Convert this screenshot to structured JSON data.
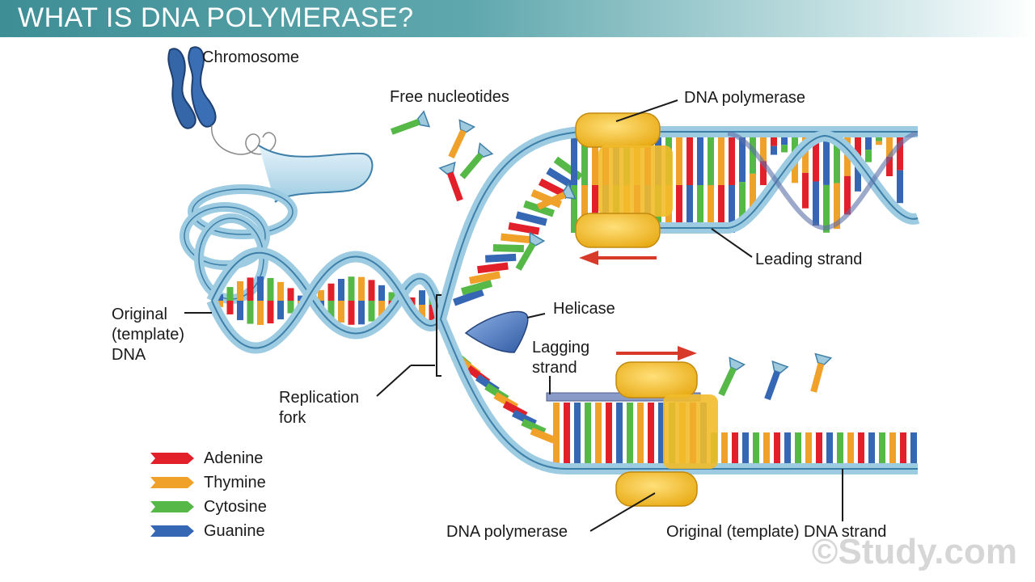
{
  "title": "WHAT IS DNA POLYMERASE?",
  "labels": {
    "chromosome": "Chromosome",
    "free_nucleotides": "Free nucleotides",
    "dna_polymerase_top": "DNA polymerase",
    "leading_strand": "Leading strand",
    "helicase": "Helicase",
    "lagging_strand_1": "Lagging",
    "lagging_strand_2": "strand",
    "original_dna_1": "Original",
    "original_dna_2": "(template)",
    "original_dna_3": "DNA",
    "replication_fork_1": "Replication",
    "replication_fork_2": "fork",
    "dna_polymerase_bottom": "DNA polymerase",
    "original_template_strand": "Original (template) DNA strand"
  },
  "legend": [
    {
      "name": "Adenine",
      "color": "#e2202a"
    },
    {
      "name": "Thymine",
      "color": "#f0a12a"
    },
    {
      "name": "Cytosine",
      "color": "#55b847"
    },
    {
      "name": "Guanine",
      "color": "#3567b5"
    }
  ],
  "colors": {
    "backbone": "#cfe9f4",
    "backbone_stroke": "#3d7fa8",
    "polymerase": "#f2bb2a",
    "helicase": "#4f7fc4",
    "arrow": "#d83a2a",
    "chromosome": "#3567a8"
  },
  "watermark": "©Study.com"
}
